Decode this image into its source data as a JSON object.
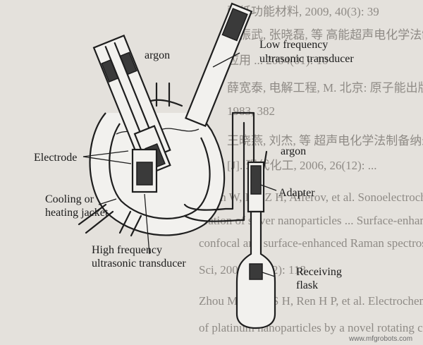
{
  "diagram": {
    "labels": {
      "argon_top": "argon",
      "low_freq_line1": "Low frequency",
      "low_freq_line2": "ultrasonic transducer",
      "electrode": "Electrode",
      "argon_right": "argon",
      "cooling_line1": "Cooling or",
      "cooling_line2": "heating jacket",
      "adapter": "Adapter",
      "high_freq_line1": "High frequency",
      "high_freq_line2": "ultrasonic transducer",
      "receiving_line1": "Receiving",
      "receiving_line2": "flask"
    },
    "watermark": "www.mfgrobots.com"
  },
  "background_text": {
    "lines": [
      "驱纸功能材料, 2009, 40(3): 39",
      "刘振武, 张晓磊, 等 高能超声电化学法制备纳米微粒的研究",
      "应用 ... 2004(01): 10",
      "薛宽泰, 电解工程, M. 北京: 原子能出版社, 科学技术出版",
      "1983, 382",
      "王晓燕, 刘杰, 等 超声电化学法制备纳米颗粒的 ...",
      "[J]. 现代化工, 2006, 26(12): ...",
      "Pluch W, Liu Z H, Alferov, et al. Sonoelectrochemical pre",
      "aration of silver nanoparticles ... Surface-enhanced",
      "confocal and surface-enhanced Raman spectroscopy [J].",
      "Sci, 2004, 278(2): 118",
      "Zhou M, Chen S H, Ren H P, et al. Electrochemical",
      "of platinum nanoparticles by a novel rotating ca"
    ]
  }
}
